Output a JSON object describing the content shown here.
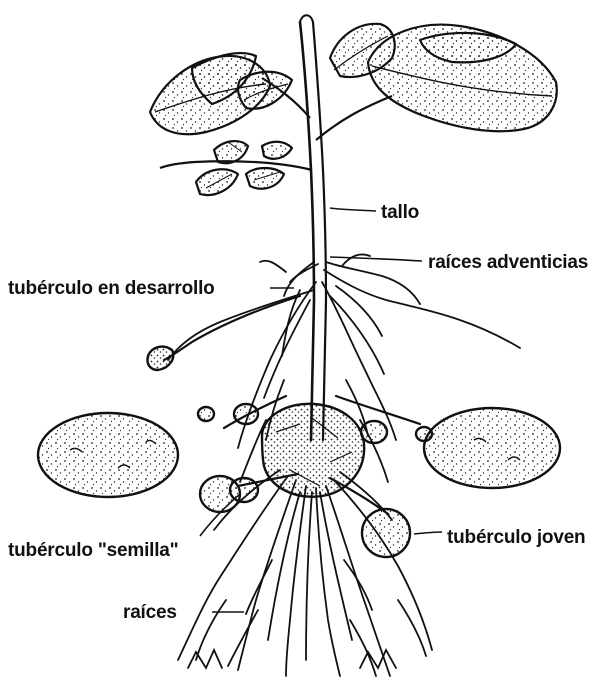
{
  "labels": {
    "stem": "tallo",
    "adventitious_roots": "raíces adventicias",
    "developing_tuber": "tubérculo en desarrollo",
    "seed_tuber": "tubérculo \"semilla\"",
    "young_tuber": "tubérculo joven",
    "roots": "raíces"
  },
  "colors": {
    "ink": "#111111",
    "background": "#ffffff"
  }
}
